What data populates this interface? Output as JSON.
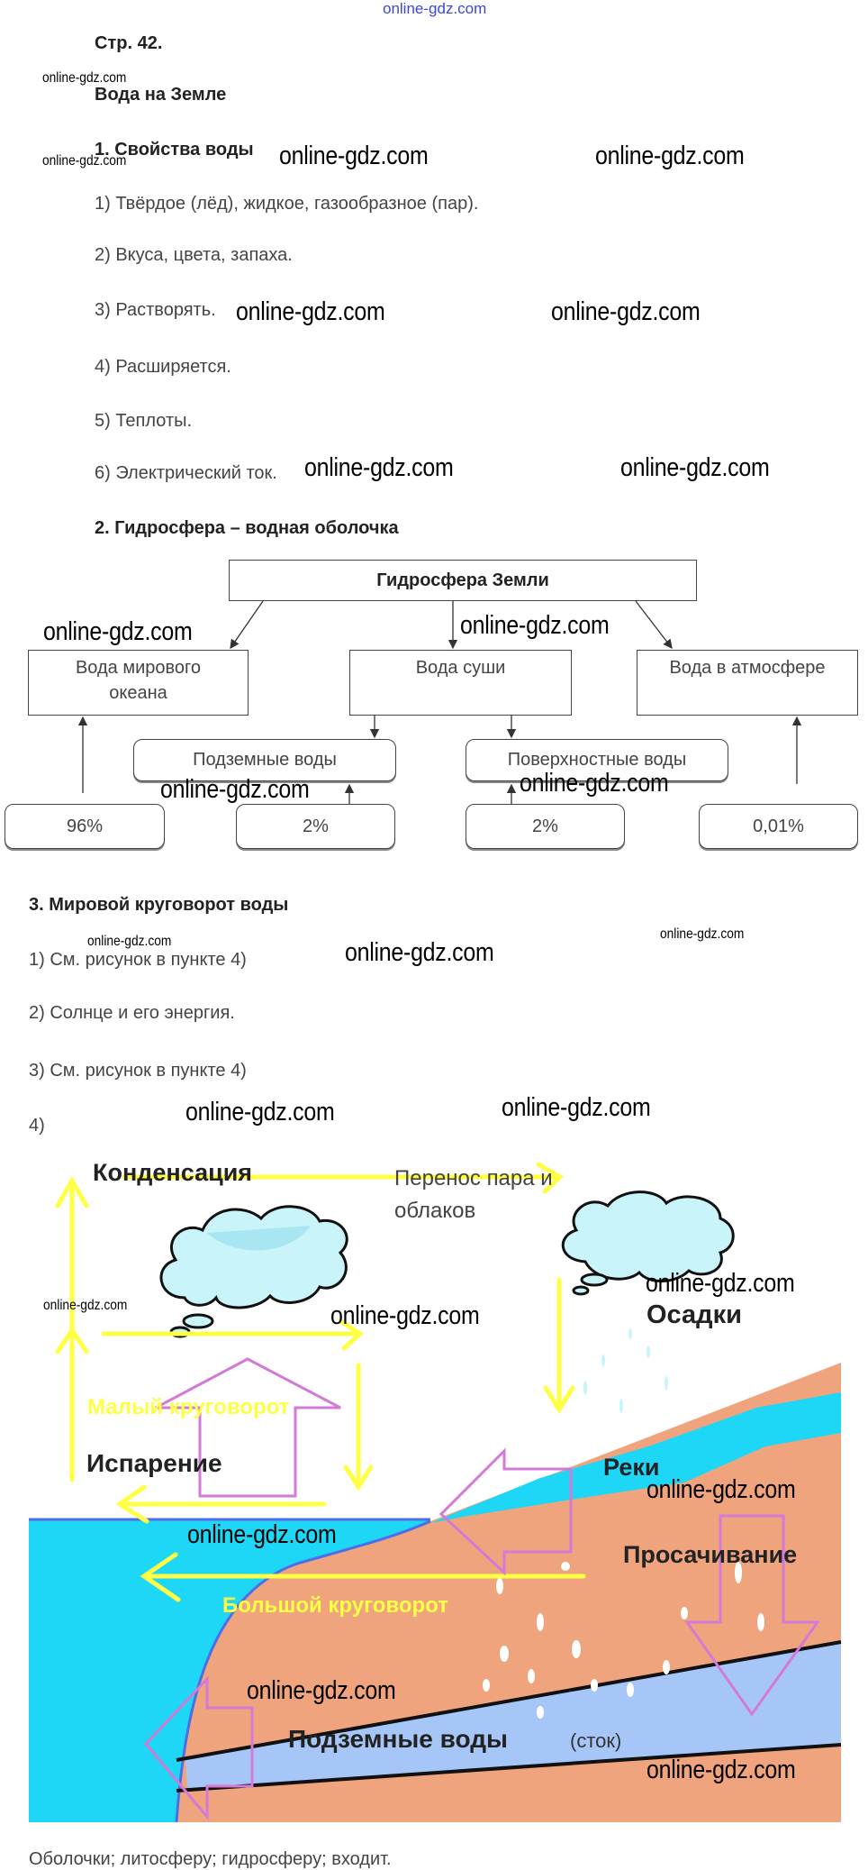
{
  "watermark": "online-gdz.com",
  "page_ref": "Стр. 42.",
  "title": "Вода на Земле",
  "section1": {
    "heading": "1. Свойства воды",
    "items": [
      "1) Твёрдое (лёд), жидкое, газообразное (пар).",
      "2) Вкуса, цвета, запаха.",
      "3) Растворять.",
      "4) Расширяется.",
      "5) Теплоты.",
      "6) Электрический ток."
    ]
  },
  "section2": {
    "heading": "2. Гидросфера – водная оболочка",
    "root": "Гидросфера Земли",
    "branches": [
      "Вода мирового океана",
      "Вода суши",
      "Вода в атмосфере"
    ],
    "sub": [
      "Подземные воды",
      "Поверхностные воды"
    ],
    "percents": [
      "96%",
      "2%",
      "2%",
      "0,01%"
    ]
  },
  "section3": {
    "heading": "3. Мировой круговорот воды",
    "items": [
      "1) См. рисунок в пункте 4)",
      "2) Солнце и его энергия.",
      "3) См. рисунок в пункте 4)",
      "4)"
    ],
    "figure": {
      "condensation": "Конденсация",
      "transfer_1": "Перенос пара и",
      "transfer_2": "облаков",
      "precipitation": "Осадки",
      "small_cycle": "Малый круговорот",
      "evaporation": "Испарение",
      "rivers": "Реки",
      "seepage": "Просачивание",
      "big_cycle": "Большой круговорот",
      "groundwater": "Подземные воды",
      "runoff": "(сток)"
    }
  },
  "footer": "Оболочки; литосферу; гидросферу; входит.",
  "colors": {
    "ocean": "#1ed6f5",
    "land": "#f0a47e",
    "groundwater": "#a6c6f8",
    "arrow_yellow": "#ffff44",
    "arrow_purple": "#d27ad6",
    "cloud": "#c8f4fa"
  }
}
